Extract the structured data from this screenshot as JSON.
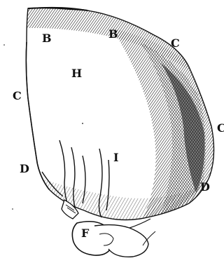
{
  "figure": {
    "ink_color": "#111111",
    "paper_color": "#ffffff",
    "labels": {
      "b_top": "B",
      "b_top2": "B",
      "c_right": "C",
      "c_left": "C",
      "c_far_right": "C",
      "h_center": "H",
      "i_center": "I",
      "d_left": "D",
      "d_right": "D",
      "f_bottom": "F"
    }
  }
}
